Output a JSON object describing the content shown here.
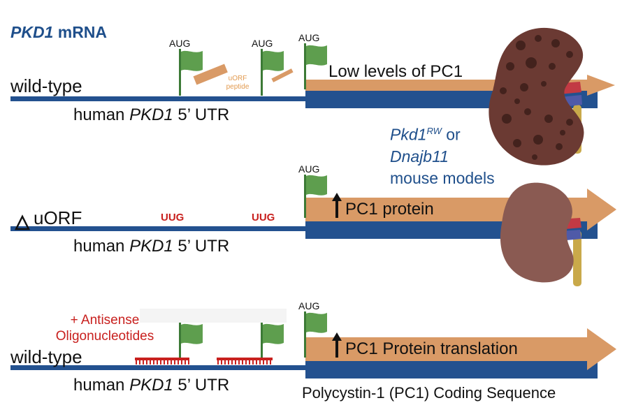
{
  "title": {
    "gene": "PKD1",
    "rest": " mRNA"
  },
  "colors": {
    "mrna_line": "#23518f",
    "cds_arrow": "#d99a66",
    "flag": "#5e9e4e",
    "flag_pole": "#3c7a36",
    "uug_text": "#c8201e",
    "aso": "#c8201e",
    "kidney_cyst": "#6b3a33",
    "kidney_normal": "#8a5a52",
    "title_blue": "#1f4f8b"
  },
  "rows": [
    {
      "left_label": "wild-type",
      "utr_label": {
        "prefix": "human ",
        "gene": "PKD1",
        "suffix": " 5’ UTR"
      },
      "start_codons": [
        "AUG",
        "AUG"
      ],
      "main_aug": "AUG",
      "uorf_peptide_label": [
        "uORF",
        "peptide"
      ],
      "arrow_text": "Low levels of PC1"
    },
    {
      "left_label": "uORF",
      "delta_symbol": "triangle",
      "utr_label": {
        "prefix": "human ",
        "gene": "PKD1",
        "suffix": " 5’ UTR"
      },
      "mutated_codons": [
        "UUG",
        "UUG"
      ],
      "main_aug": "AUG",
      "arrow_text": "PC1 protein"
    },
    {
      "left_label": "wild-type",
      "utr_label": {
        "prefix": "human ",
        "gene": "PKD1",
        "suffix": " 5’ UTR"
      },
      "aso_label": [
        "+ Antisense",
        "Oligonucleotides"
      ],
      "main_aug": "AUG",
      "arrow_text": "PC1 Protein translation",
      "cds_label": "Polycystin-1 (PC1) Coding Sequence"
    }
  ],
  "mouse_models": {
    "line1_gene": "Pkd1",
    "line1_sup": "RW",
    "line1_suffix": " or",
    "line2": "Dnajb11",
    "line3": "mouse models"
  }
}
